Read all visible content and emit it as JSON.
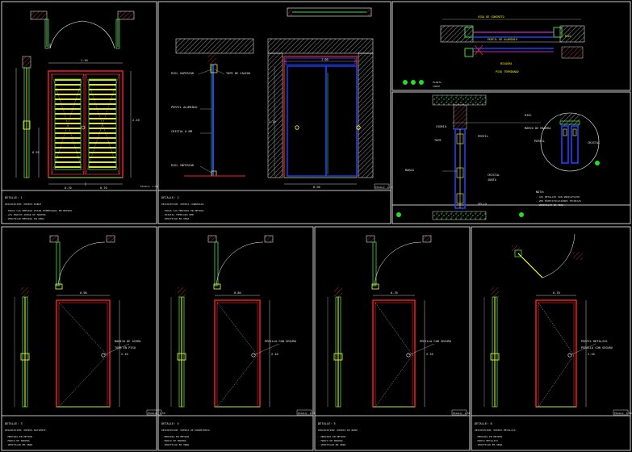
{
  "colors": {
    "background": "#000000",
    "frame": "#ffffff",
    "door": "#ff2020",
    "dim": "#ffffff",
    "glass": "#2020ff",
    "green": "#20e020",
    "yellow": "#ffff20",
    "cyan": "#20e0ff",
    "magenta": "#ff30ff"
  },
  "sheets": {
    "s1": {
      "title": "ESCALA: 1:50",
      "label_a": "1.10",
      "label_b": "0.70",
      "label_c": "0.70",
      "label_d": "2.10",
      "label_e": "0.55",
      "notes_title": "DETALLE: 1",
      "notes_sub": "DESCRIPCION: PUERTA DOBLE",
      "note1": "- TODAS LAS MEDIDAS ESTAN EXPRESADAS EN METROS",
      "note2": "- LOS MARCOS SERAN DE MADERA",
      "note3": "- VERIFICAR MEDIDAS EN OBRA"
    },
    "s2": {
      "title": "ESCALA: 1:20",
      "label_a": "2.10",
      "label_b": "0.90",
      "label_c": "1.00",
      "notes_title": "DETALLE: 2",
      "notes_sub": "DESCRIPCION: PUERTA CORREDIZA",
      "callouts": [
        "RIEL SUPERIOR",
        "TOPE DE CAUCHO",
        "PERFIL ALUMINIO",
        "CRISTAL 6 MM",
        "RIEL INFERIOR"
      ],
      "note1": "- TODAS LAS MEDIDAS EN METROS",
      "note2": "- CRISTAL TEMPLADO 6MM",
      "note3": "- VERIFICAR EN OBRA"
    },
    "s3": {
      "callouts": [
        "VIGA DE CONCRETO",
        "PERFIL DE ALUMINIO",
        "RIEL",
        "BISAGRA",
        "PISO TERMINADO"
      ],
      "note1": "PLANTA",
      "note2": "CORTE"
    },
    "s4": {
      "callouts": [
        "MARCO",
        "VIDRIO",
        "TOPE",
        "PERFIL",
        "CRISTAL",
        "JUNTA",
        "SELLO",
        "RIEL",
        "MARCO DE MADERA",
        "CRISTAL",
        "PERFIL"
      ],
      "notes_title": "NOTA:",
      "note1": "- LOS DETALLES SON INDICATIVOS",
      "note2": "- VER ESPECIFICACIONES TECNICAS",
      "note3": "- VERIFICAR EN OBRA"
    },
    "s5": {
      "title": "ESCALA: 1:50",
      "label_w": "0.90",
      "label_h": "2.10",
      "callouts": [
        "MANIJA DE ACERO",
        "TOPE EN PISO"
      ],
      "notes_title": "DETALLE: 3",
      "notes_sub": "DESCRIPCION: PUERTA BATIENTE",
      "note1": "- MEDIDAS EN METROS",
      "note2": "- MARCO DE MADERA",
      "note3": "- VERIFICAR EN OBRA"
    },
    "s6": {
      "title": "ESCALA: 1:50",
      "label_w": "0.80",
      "label_h": "2.10",
      "callouts": [
        "PERILLA CON SEGURO"
      ],
      "notes_title": "DETALLE: 4",
      "notes_sub": "DESCRIPCION: PUERTA DE DORMITORIO",
      "note1": "- MEDIDAS EN METROS",
      "note2": "- MARCO DE MADERA",
      "note3": "- VERIFICAR EN OBRA"
    },
    "s7": {
      "title": "ESCALA: 1:50",
      "label_w": "0.70",
      "label_h": "2.10",
      "callouts": [
        "PERILLA CON SEGURO"
      ],
      "notes_title": "DETALLE: 5",
      "notes_sub": "DESCRIPCION: PUERTA DE BANO",
      "note1": "- MEDIDAS EN METROS",
      "note2": "- MARCO DE MADERA",
      "note3": "- VERIFICAR EN OBRA"
    },
    "s8": {
      "title": "ESCALA: 1:50",
      "label_w": "0.70",
      "label_h": "2.10",
      "callouts": [
        "PERFIL METALICO",
        "PERILLA CON SEGURO"
      ],
      "notes_title": "DETALLE: 6",
      "notes_sub": "DESCRIPCION: PUERTA METALICA",
      "note1": "- MEDIDAS EN METROS",
      "note2": "- MARCO METALICO",
      "note3": "- VERIFICAR EN OBRA"
    }
  }
}
